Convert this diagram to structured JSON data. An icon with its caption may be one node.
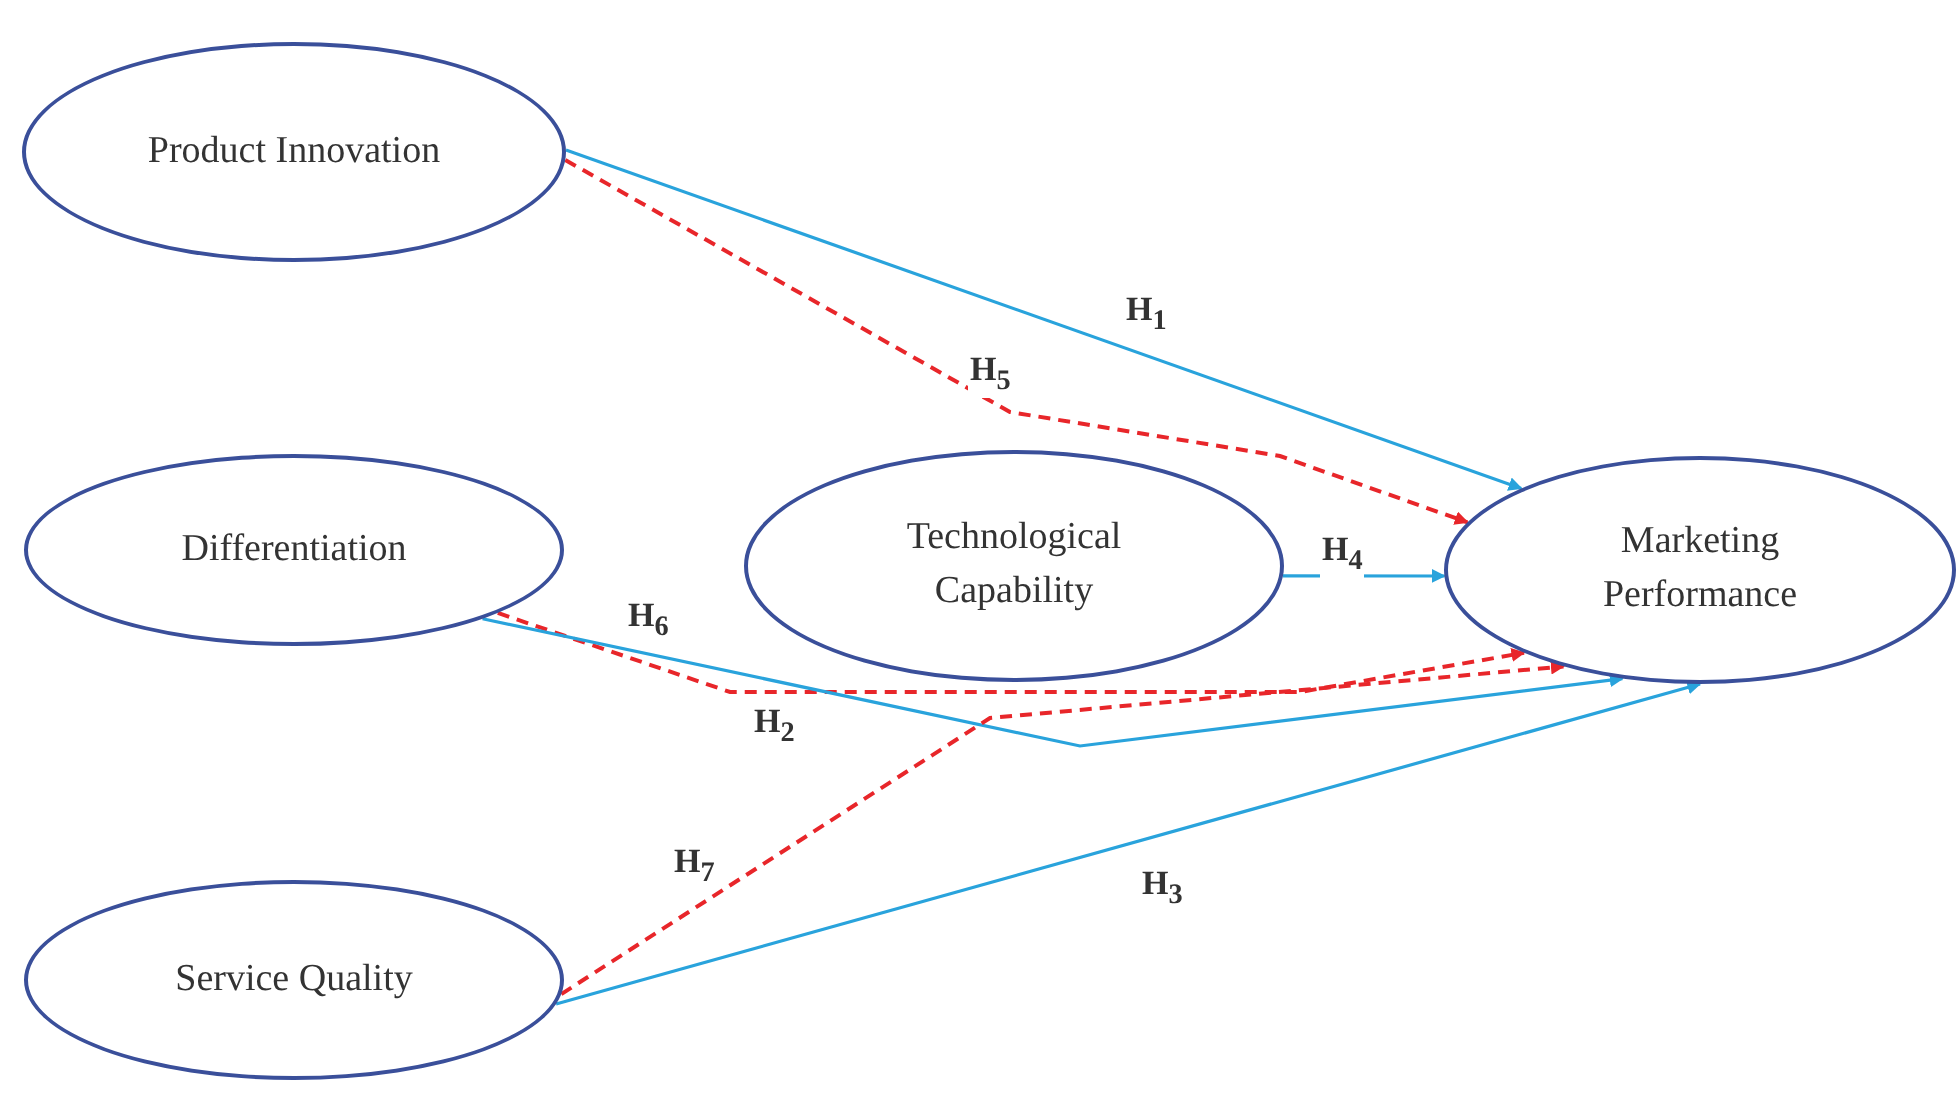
{
  "diagram": {
    "nodes": [
      {
        "text": [
          "Product Innovation"
        ]
      },
      {
        "text": [
          "Differentiation"
        ]
      },
      {
        "text": [
          "Technological Capability"
        ]
      },
      {
        "text": [
          "Marketing Performance"
        ]
      },
      {
        "text": [
          "Service Quality"
        ]
      }
    ],
    "edges": [
      {
        "from": 0,
        "to": 3,
        "arrow": "to",
        "label": "H$_{1}$"
      },
      {
        "from": 0,
        "to": 3,
        "arrow": "to",
        "label": "H$_{5}$",
        "style": "dashed",
        "color": "#e8262a"
      },
      {
        "from": 2,
        "to": 3,
        "arrow": "to",
        "label": "H$_{4}$"
      },
      {
        "from": 1,
        "to": 3,
        "arrow": "to",
        "label": "H$_{6}$",
        "style": "dashed",
        "color": "#e8262a"
      },
      {
        "from": 1,
        "to": 3,
        "arrow": "to",
        "label": "H$_{2}$"
      },
      {
        "from": 4,
        "to": 3,
        "arrow": "to",
        "label": "H$_{7}$",
        "style": "dashed",
        "color": "#e8262a"
      },
      {
        "from": 4,
        "to": 3,
        "arrow": "to",
        "label": "H$_{3}$"
      }
    ]
  }
}
